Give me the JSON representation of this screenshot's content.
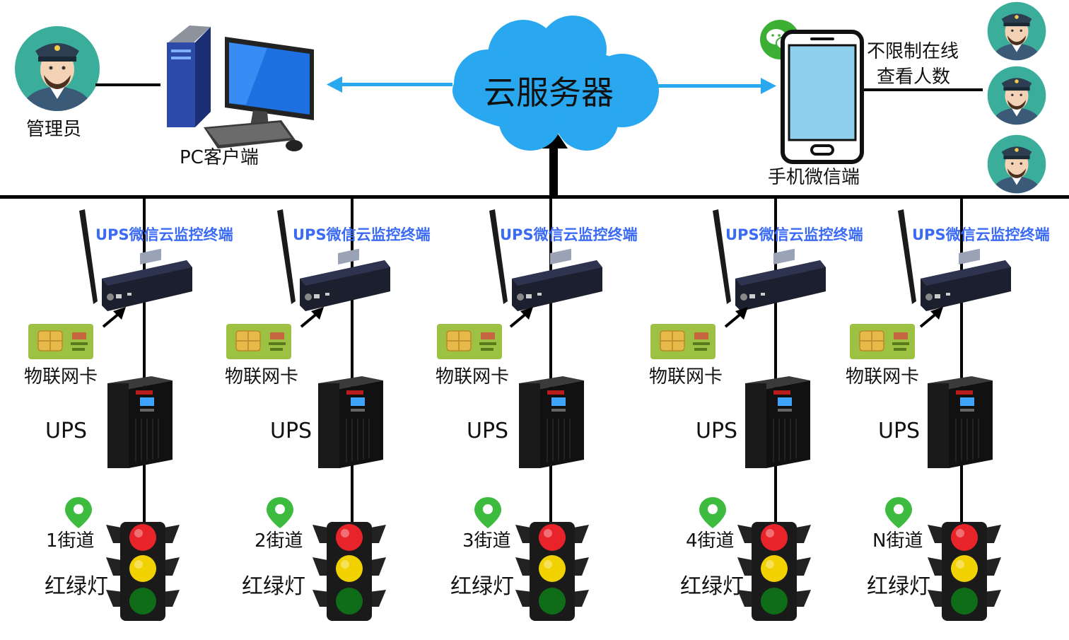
{
  "cloud": {
    "label": "云服务器",
    "color": "#29a8f0"
  },
  "admin": {
    "label": "管理员"
  },
  "pc": {
    "label": "PC客户端"
  },
  "mobile": {
    "label": "手机微信端",
    "note_line1": "不限制在线",
    "note_line2": "查看人数"
  },
  "colors": {
    "arrow": "#29a8f0",
    "terminal_text": "#3b6bf5",
    "pin": "#3dbb3f"
  },
  "nodes": [
    {
      "terminal": "UPS微信云监控终端",
      "simcard": "物联网卡",
      "ups": "UPS",
      "street": "1街道",
      "light": "红绿灯"
    },
    {
      "terminal": "UPS微信云监控终端",
      "simcard": "物联网卡",
      "ups": "UPS",
      "street": "2街道",
      "light": "红绿灯"
    },
    {
      "terminal": "UPS微信云监控终端",
      "simcard": "物联网卡",
      "ups": "UPS",
      "street": "3街道",
      "light": "红绿灯"
    },
    {
      "terminal": "UPS微信云监控终端",
      "simcard": "物联网卡",
      "ups": "UPS",
      "street": "4街道",
      "light": "红绿灯"
    },
    {
      "terminal": "UPS微信云监控终端",
      "simcard": "物联网卡",
      "ups": "UPS",
      "street": "N街道",
      "light": "红绿灯"
    }
  ]
}
